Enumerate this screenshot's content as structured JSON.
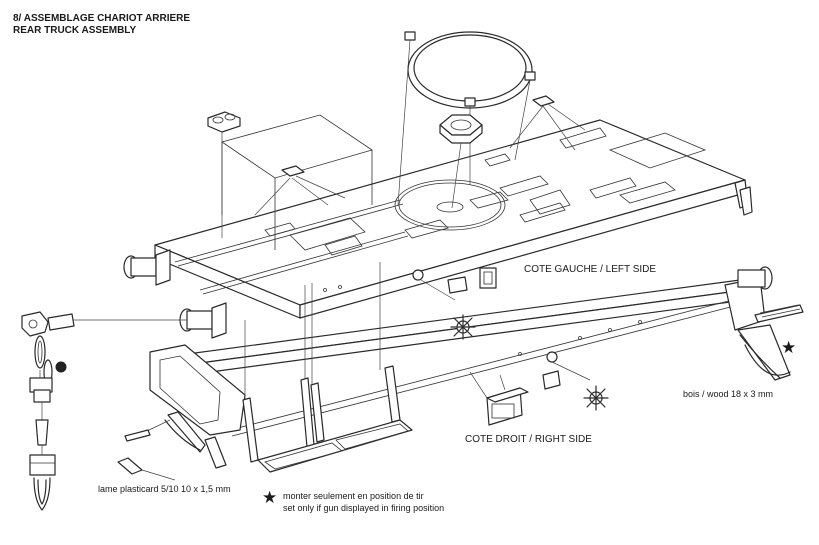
{
  "title": {
    "line1": "8/ ASSEMBLAGE CHARIOT ARRIERE",
    "line2": "REAR TRUCK ASSEMBLY"
  },
  "labels": {
    "left_side": "COTE GAUCHE / LEFT SIDE",
    "right_side": "COTE DROIT / RIGHT SIDE",
    "wood": "bois / wood 18 x 3 mm",
    "plasticard": "lame plasticard 5/10 10 x 1,5 mm",
    "note_fr": "monter seulement en position de tir",
    "note_en": "set only if gun displayed in firing position"
  },
  "symbols": {
    "star": "★",
    "star_icon": "star-icon"
  }
}
